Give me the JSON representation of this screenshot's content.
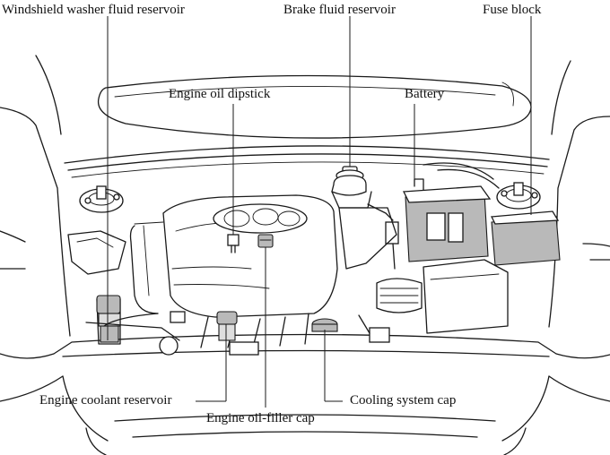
{
  "labels": {
    "washer": "Windshield washer fluid reservoir",
    "brake": "Brake fluid reservoir",
    "fuse": "Fuse block",
    "dipstick": "Engine oil dipstick",
    "battery": "Battery",
    "coolant": "Engine coolant reservoir",
    "oil_filler": "Engine oil-filler cap",
    "cooling_cap": "Cooling system cap"
  }
}
